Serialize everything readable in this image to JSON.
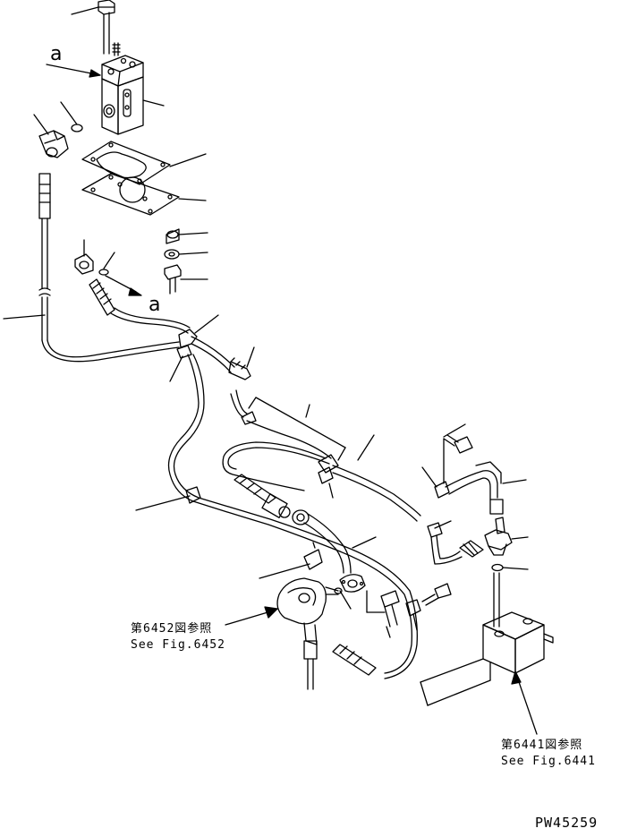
{
  "labels": {
    "view_a_top": "a",
    "view_a_mid": "a"
  },
  "references": {
    "fig6452_jp": "第6452図参照",
    "fig6452_en": "See Fig.6452",
    "fig6441_jp": "第6441図参照",
    "fig6441_en": "See Fig.6441"
  },
  "drawing_code": "PW45259"
}
